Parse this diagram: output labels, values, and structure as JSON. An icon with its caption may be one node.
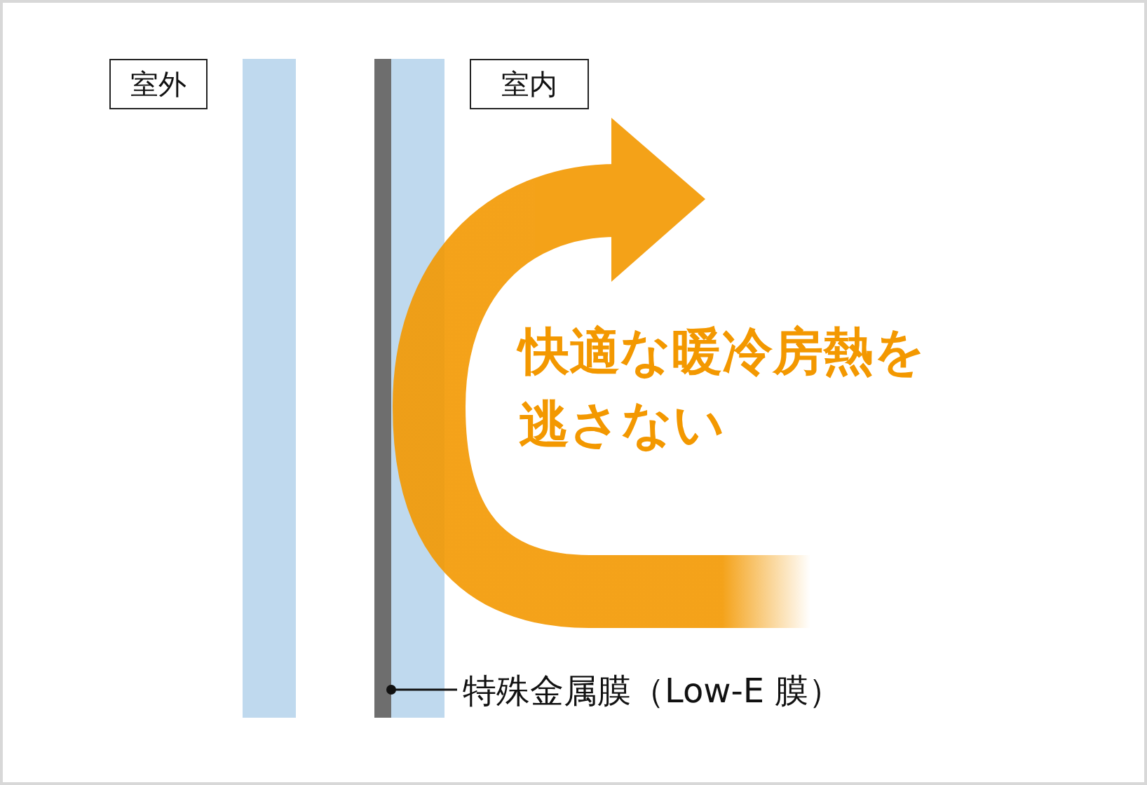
{
  "diagram": {
    "nodes": [
      {
        "text": [
          "室外"
        ]
      },
      {
        "text": [
          "室内"
        ]
      },
      {
        "text": [],
        "shape": "bar"
      },
      {
        "text": [],
        "shape": "bar"
      },
      {
        "text": [],
        "shape": "bar"
      },
      {
        "text": [
          "特殊金属膜（Low-E 膜）"
        ]
      }
    ],
    "edges": [
      {
        "from": 5,
        "to": 3,
        "arrow": "other"
      }
    ],
    "labels": [
      "快適な暖冷房熱を逃さない"
    ]
  }
}
